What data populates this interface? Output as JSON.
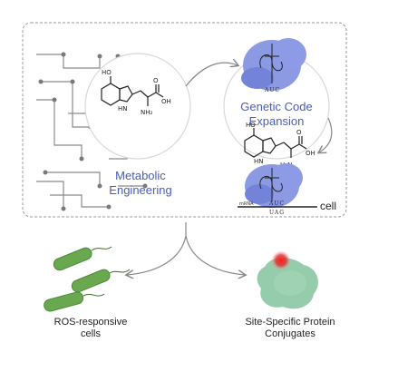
{
  "figure": {
    "metabolic_label_line1": "Metabolic",
    "metabolic_label_line2": "Engineering",
    "gce_label_line1": "Genetic Code",
    "gce_label_line2": "Expansion",
    "cell_label": "cell",
    "mrna_label": "mRNA",
    "anticodon_top": "AUC",
    "anticodon_bottom": "AUC",
    "codon_bottom": "UAG",
    "ros_label_line1": "ROS-responsive",
    "ros_label_line2": "cells",
    "conj_label_line1": "Site-Specific Protein",
    "conj_label_line2": "Conjugates"
  },
  "colors": {
    "accent_text": "#4a5cb8",
    "ribosome": "#7f8fe0",
    "bacteria": "#6aa84f",
    "protein": "#8fc9a6",
    "ros_dot": "#e0302f",
    "network": "#8a8a8a"
  },
  "molecules": {
    "top_oh": "HO",
    "top_nh2": "NH₂",
    "top_oh_acid": "OH",
    "top_o": "O",
    "top_hn": "HN",
    "bottom_oh": "HO",
    "bottom_oh_acid": "OH",
    "bottom_o": "O",
    "bottom_hn": "HN",
    "bottom_nh2": "H₂N"
  }
}
